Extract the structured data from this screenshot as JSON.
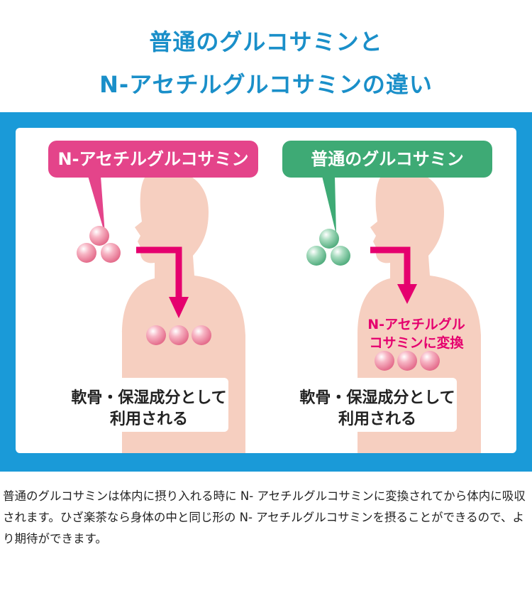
{
  "title_line1": "普通のグルコサミンと",
  "title_line2": "N-アセチルグルコサミンの違い",
  "left_panel": {
    "label": "N-アセチルグルコサミン",
    "result_line1": "軟骨・保湿成分として",
    "result_line2": "利用される",
    "molecule_color": "#ef8aa3"
  },
  "right_panel": {
    "label": "普通のグルコサミン",
    "convert_line1": "N-アセチルグル",
    "convert_line2": "コサミンに変換",
    "result_line1": "軟骨・保湿成分として",
    "result_line2": "利用される",
    "molecule_color": "#7cc9a0"
  },
  "description": "普通のグルコサミンは体内に摂り入れる時に N- アセチルグルコサミンに変換されてから体内に吸収されます。ひざ楽茶なら身体の中と同じ形の N- アセチルグルコサミンを摂ることができるので、より期待ができます。",
  "colors": {
    "title": "#1a8fc9",
    "frame": "#1a9ad8",
    "pink": "#e4448a",
    "green": "#3eaa75",
    "arrow": "#e5006e",
    "body": "#f6cfc0"
  }
}
